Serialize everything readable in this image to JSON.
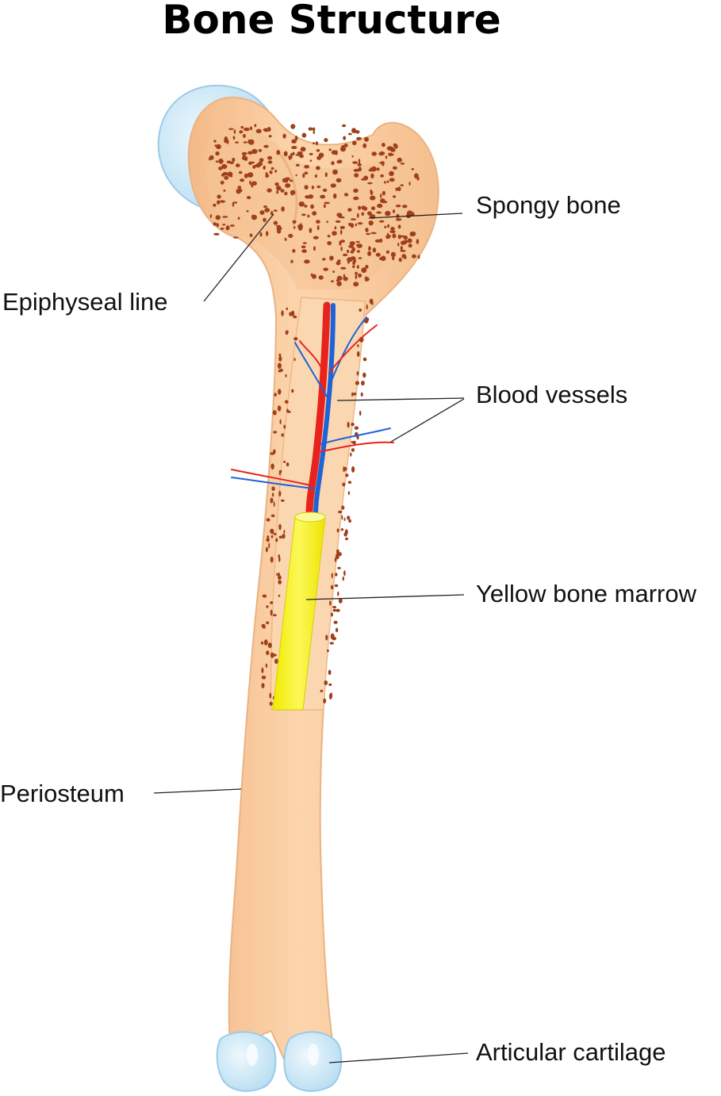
{
  "title": "Bone Structure",
  "labels": {
    "spongy_bone": "Spongy bone",
    "epiphyseal_line": "Epiphyseal line",
    "blood_vessels": "Blood vessels",
    "yellow_bone_marrow": "Yellow bone marrow",
    "periosteum": "Periosteum",
    "articular_cartilage": "Articular cartilage"
  },
  "colors": {
    "bone": "#f9c99a",
    "bone_light": "#fde1c2",
    "bone_edge": "#e9b380",
    "spongy_dots": "#a0401a",
    "cartilage": "#c7e6f7",
    "cartilage_edge": "#9ccbe6",
    "artery": "#e8231d",
    "vein": "#1e63d8",
    "marrow": "#f5f000",
    "marrow_light": "#fbfa9a"
  }
}
